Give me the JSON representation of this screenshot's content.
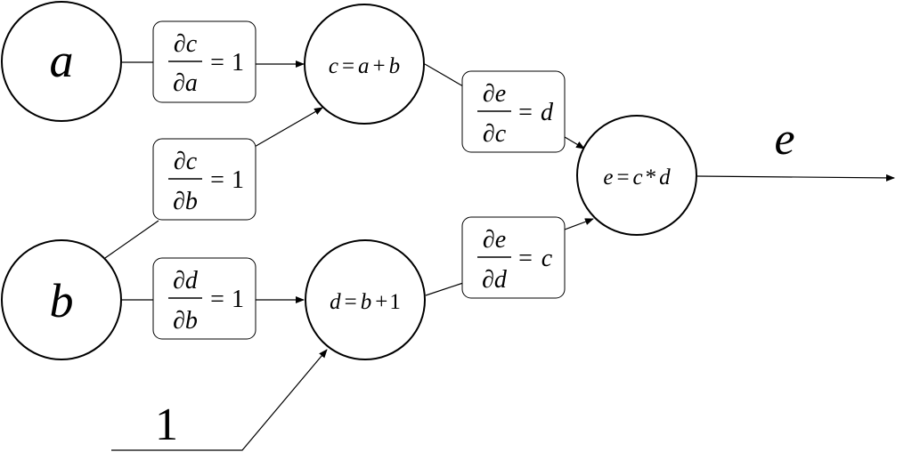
{
  "nodes": {
    "a": {
      "label": "a"
    },
    "b": {
      "label": "b"
    },
    "c": {
      "var": "c",
      "eq": "=",
      "lhs": "a",
      "op": "+",
      "rhs": "b"
    },
    "d": {
      "var": "d",
      "eq": "=",
      "lhs": "b",
      "op": "+",
      "rhs": "1"
    },
    "e": {
      "var": "e",
      "eq": "=",
      "lhs": "c",
      "op": "*",
      "rhs": "d"
    }
  },
  "derivatives": {
    "dc_da": {
      "num": "∂c",
      "den": "∂a",
      "eq": "=",
      "val": "1"
    },
    "dc_db": {
      "num": "∂c",
      "den": "∂b",
      "eq": "=",
      "val": "1"
    },
    "dd_db": {
      "num": "∂d",
      "den": "∂b",
      "eq": "=",
      "val": "1"
    },
    "de_dc": {
      "num": "∂e",
      "den": "∂c",
      "eq": "=",
      "val": "d"
    },
    "de_dd": {
      "num": "∂e",
      "den": "∂d",
      "eq": "=",
      "val": "c"
    }
  },
  "output_label": "e",
  "constant_input": "1"
}
